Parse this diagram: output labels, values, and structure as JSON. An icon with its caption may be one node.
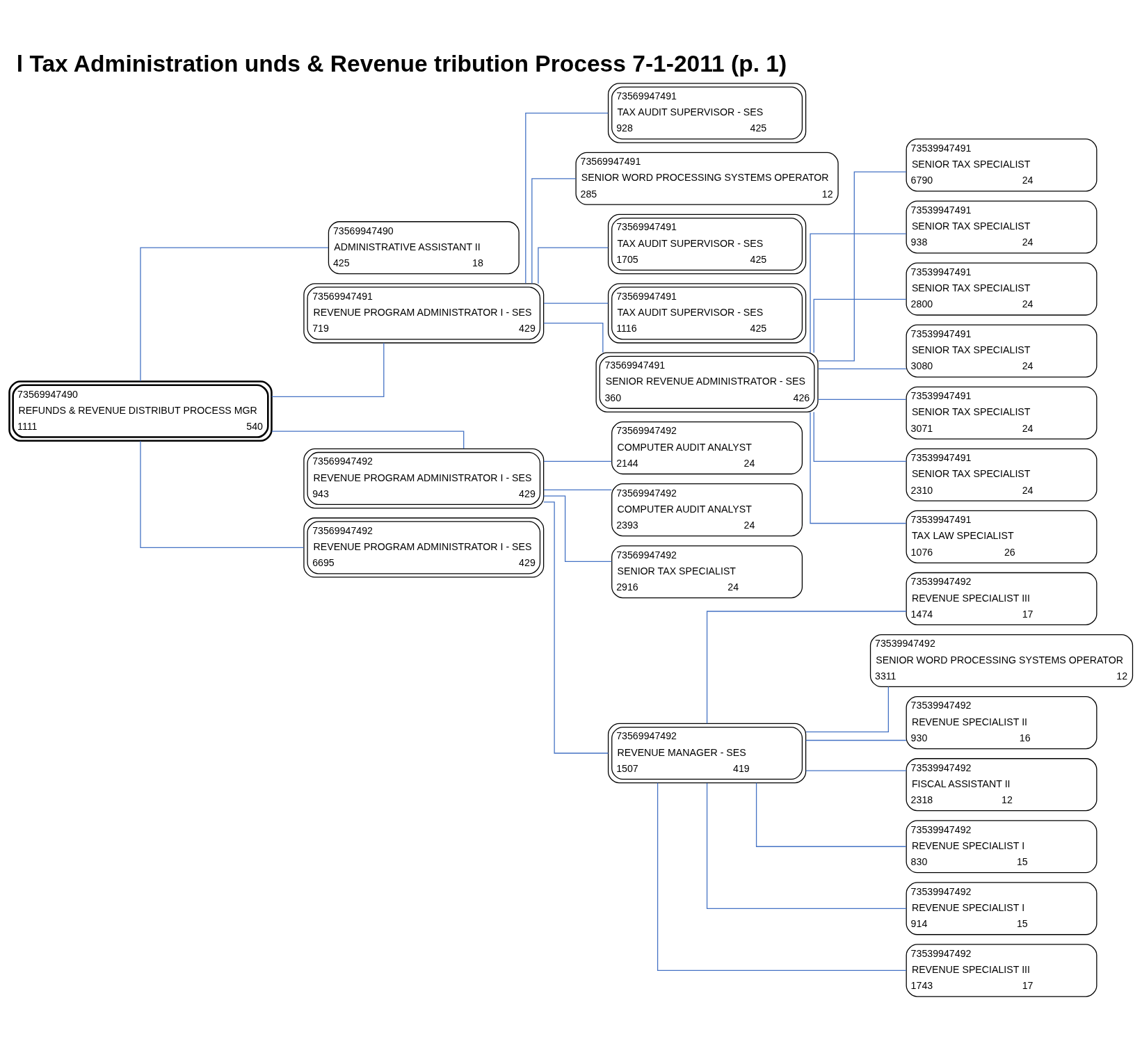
{
  "diagram": {
    "title": "l Tax Administration unds & Revenue tribution Process 7-1-2011 (p. 1)",
    "nodes": [
      {
        "text": [
          "73569947490",
          "REFUNDS & REVENUE DISTRIBUT PROCESS MGR",
          "1111",
          "540"
        ]
      },
      {
        "text": [
          "73569947490",
          "ADMINISTRATIVE ASSISTANT II",
          "425",
          "18"
        ]
      },
      {
        "text": [
          "73569947491",
          "REVENUE PROGRAM ADMINISTRATOR I - SES",
          "719",
          "429"
        ]
      },
      {
        "text": [
          "73569947492",
          "REVENUE PROGRAM ADMINISTRATOR I - SES",
          "943",
          "429"
        ]
      },
      {
        "text": [
          "73569947492",
          "REVENUE PROGRAM ADMINISTRATOR I - SES",
          "6695",
          "429"
        ]
      },
      {
        "text": [
          "73569947491",
          "TAX AUDIT SUPERVISOR - SES",
          "928",
          "425"
        ]
      },
      {
        "text": [
          "73569947491",
          "SENIOR WORD PROCESSING SYSTEMS OPERATOR",
          "285",
          "12"
        ]
      },
      {
        "text": [
          "73569947491",
          "TAX AUDIT SUPERVISOR - SES",
          "1705",
          "425"
        ]
      },
      {
        "text": [
          "73569947491",
          "TAX AUDIT SUPERVISOR - SES",
          "1116",
          "425"
        ]
      },
      {
        "text": [
          "73569947491",
          "SENIOR REVENUE ADMINISTRATOR - SES",
          "360",
          "426"
        ]
      },
      {
        "text": [
          "73539947491",
          "SENIOR TAX SPECIALIST",
          "6790",
          "24"
        ]
      },
      {
        "text": [
          "73539947491",
          "SENIOR TAX SPECIALIST",
          "938",
          "24"
        ]
      },
      {
        "text": [
          "73539947491",
          "SENIOR TAX SPECIALIST",
          "2800",
          "24"
        ]
      },
      {
        "text": [
          "73539947491",
          "SENIOR TAX SPECIALIST",
          "3080",
          "24"
        ]
      },
      {
        "text": [
          "73539947491",
          "SENIOR TAX SPECIALIST",
          "3071",
          "24"
        ]
      },
      {
        "text": [
          "73539947491",
          "SENIOR TAX SPECIALIST",
          "2310",
          "24"
        ]
      },
      {
        "text": [
          "73539947491",
          "TAX LAW SPECIALIST",
          "1076",
          "26"
        ]
      },
      {
        "text": [
          "73569947492",
          "COMPUTER AUDIT ANALYST",
          "2144",
          "24"
        ]
      },
      {
        "text": [
          "73569947492",
          "COMPUTER AUDIT ANALYST",
          "2393",
          "24"
        ]
      },
      {
        "text": [
          "73569947492",
          "SENIOR TAX SPECIALIST",
          "2916",
          "24"
        ]
      },
      {
        "text": [
          "73569947492",
          "REVENUE MANAGER - SES",
          "1507",
          "419"
        ]
      },
      {
        "text": [
          "73539947492",
          "REVENUE SPECIALIST III",
          "1474",
          "17"
        ]
      },
      {
        "text": [
          "73539947492",
          "SENIOR WORD PROCESSING SYSTEMS OPERATOR",
          "3311",
          "12"
        ]
      },
      {
        "text": [
          "73539947492",
          "REVENUE SPECIALIST II",
          "930",
          "16"
        ]
      },
      {
        "text": [
          "73539947492",
          "FISCAL ASSISTANT II",
          "2318",
          "12"
        ]
      },
      {
        "text": [
          "73539947492",
          "REVENUE SPECIALIST I",
          "830",
          "15"
        ]
      },
      {
        "text": [
          "73539947492",
          "REVENUE SPECIALIST I",
          "914",
          "15"
        ]
      },
      {
        "text": [
          "73539947492",
          "REVENUE SPECIALIST III",
          "1743",
          "17"
        ]
      }
    ],
    "edges": [
      {
        "from": 0,
        "to": 1,
        "arrow": "none"
      },
      {
        "from": 0,
        "to": 2,
        "arrow": "none"
      },
      {
        "from": 0,
        "to": 3,
        "arrow": "none"
      },
      {
        "from": 0,
        "to": 4,
        "arrow": "none"
      },
      {
        "from": 2,
        "to": 5,
        "arrow": "none"
      },
      {
        "from": 2,
        "to": 6,
        "arrow": "none"
      },
      {
        "from": 2,
        "to": 7,
        "arrow": "none"
      },
      {
        "from": 2,
        "to": 8,
        "arrow": "none"
      },
      {
        "from": 2,
        "to": 9,
        "arrow": "none"
      },
      {
        "from": 9,
        "to": 10,
        "arrow": "none"
      },
      {
        "from": 9,
        "to": 11,
        "arrow": "none"
      },
      {
        "from": 9,
        "to": 12,
        "arrow": "none"
      },
      {
        "from": 9,
        "to": 13,
        "arrow": "none"
      },
      {
        "from": 9,
        "to": 14,
        "arrow": "none"
      },
      {
        "from": 9,
        "to": 15,
        "arrow": "none"
      },
      {
        "from": 9,
        "to": 16,
        "arrow": "none"
      },
      {
        "from": 3,
        "to": 17,
        "arrow": "none"
      },
      {
        "from": 3,
        "to": 18,
        "arrow": "none"
      },
      {
        "from": 3,
        "to": 19,
        "arrow": "none"
      },
      {
        "from": 3,
        "to": 20,
        "arrow": "none"
      },
      {
        "from": 20,
        "to": 21,
        "arrow": "none"
      },
      {
        "from": 20,
        "to": 22,
        "arrow": "none"
      },
      {
        "from": 20,
        "to": 23,
        "arrow": "none"
      },
      {
        "from": 20,
        "to": 24,
        "arrow": "none"
      },
      {
        "from": 20,
        "to": 25,
        "arrow": "none"
      },
      {
        "from": 20,
        "to": 26,
        "arrow": "none"
      },
      {
        "from": 20,
        "to": 27,
        "arrow": "none"
      }
    ]
  }
}
